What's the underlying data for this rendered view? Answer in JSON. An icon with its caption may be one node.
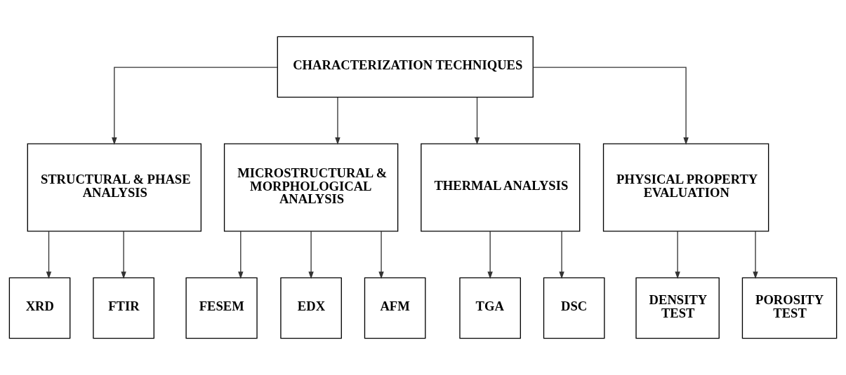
{
  "diagram": {
    "nodes": [
      {
        "text": [
          "CHARACTERIZATION TECHNIQUES"
        ]
      },
      {
        "text": [
          "STRUCTURAL & PHASE ANALYSIS"
        ]
      },
      {
        "text": [
          "MICROSTRUCTURAL & MORPHOLOGICAL ANALYSIS"
        ]
      },
      {
        "text": [
          "THERMAL ANALYSIS"
        ]
      },
      {
        "text": [
          "PHYSICAL PROPERTY EVALUATION"
        ]
      },
      {
        "text": [
          "XRD"
        ]
      },
      {
        "text": [
          "FTIR"
        ]
      },
      {
        "text": [
          "FESEM"
        ]
      },
      {
        "text": [
          "EDX"
        ]
      },
      {
        "text": [
          "AFM"
        ]
      },
      {
        "text": [
          "TGA"
        ]
      },
      {
        "text": [
          "DSC"
        ]
      },
      {
        "text": [
          "DENSITY TEST"
        ]
      },
      {
        "text": [
          "POROSITY TEST"
        ]
      }
    ],
    "edges": [
      {
        "from": 0,
        "to": 1,
        "arrow": "to"
      },
      {
        "from": 0,
        "to": 2,
        "arrow": "to"
      },
      {
        "from": 0,
        "to": 3,
        "arrow": "to"
      },
      {
        "from": 0,
        "to": 4,
        "arrow": "to"
      },
      {
        "from": 1,
        "to": 5,
        "arrow": "to"
      },
      {
        "from": 1,
        "to": 6,
        "arrow": "to"
      },
      {
        "from": 2,
        "to": 7,
        "arrow": "to"
      },
      {
        "from": 2,
        "to": 8,
        "arrow": "to"
      },
      {
        "from": 2,
        "to": 9,
        "arrow": "to"
      },
      {
        "from": 3,
        "to": 10,
        "arrow": "to"
      },
      {
        "from": 3,
        "to": 11,
        "arrow": "to"
      },
      {
        "from": 4,
        "to": 12,
        "arrow": "to"
      },
      {
        "from": 4,
        "to": 13,
        "arrow": "to"
      }
    ]
  }
}
